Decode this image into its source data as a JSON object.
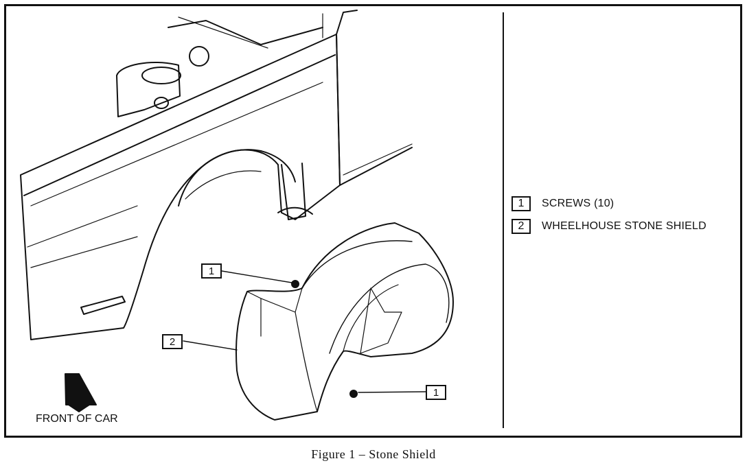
{
  "legend": [
    {
      "number": "1",
      "text": "SCREWS (10)"
    },
    {
      "number": "2",
      "text": "WHEELHOUSE STONE SHIELD"
    }
  ],
  "callouts": [
    {
      "number": "1"
    },
    {
      "number": "2"
    },
    {
      "number": "1"
    }
  ],
  "front_label": "FRONT OF CAR",
  "caption": "Figure 1 – Stone Shield"
}
